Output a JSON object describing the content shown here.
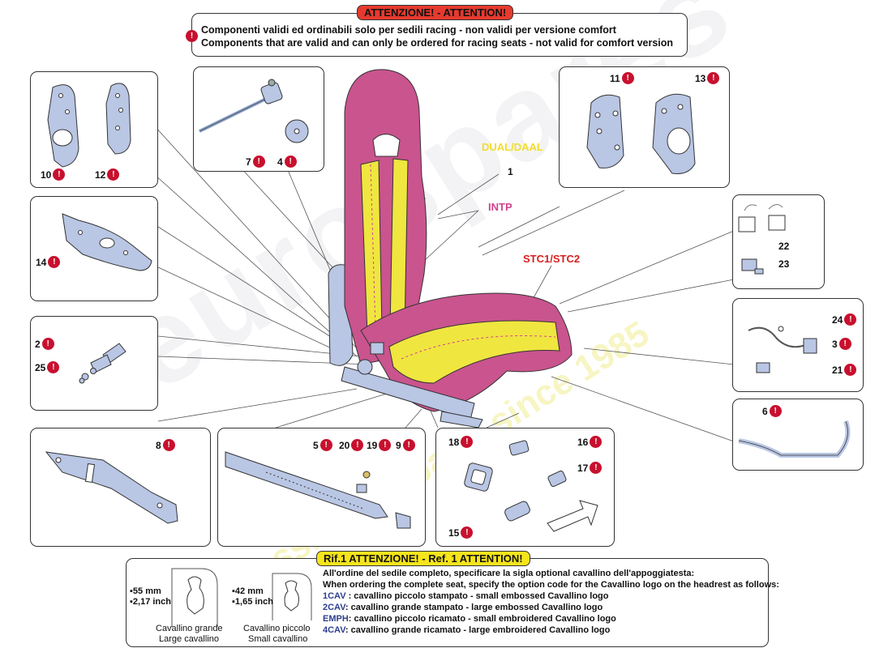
{
  "banner": {
    "tag": "ATTENZIONE! - ATTENTION!",
    "line_it": "Componenti validi ed ordinabili solo per sedili  racing - non validi per versione  comfort",
    "line_en": "Components that are valid and can only be ordered for racing  seats - not valid for comfort  version"
  },
  "seat_labels": {
    "dual": "DUAL/DAAL",
    "intp": "INTP",
    "stc": "STC1/STC2",
    "one": "1"
  },
  "callouts": {
    "p10": "10",
    "p12": "12",
    "p7": "7",
    "p4": "4",
    "p11": "11",
    "p13": "13",
    "p14": "14",
    "p22": "22",
    "p23": "23",
    "p2": "2",
    "p25": "25",
    "p24": "24",
    "p3": "3",
    "p21": "21",
    "p6": "6",
    "p8": "8",
    "p5": "5",
    "p20": "20",
    "p19": "19",
    "p9": "9",
    "p18": "18",
    "p16": "16",
    "p17": "17",
    "p15": "15"
  },
  "ref_note": {
    "tag": "Rif.1 ATTENZIONE! - Ref. 1 ATTENTION!",
    "intro_it": "All'ordine del sedile completo, specificare la sigla optional cavallino dell'appoggiatesta:",
    "intro_en": "When ordering the complete seat, specify the option code for the Cavallino logo on the headrest as follows:",
    "options": [
      {
        "code": "1CAV",
        "text": " : cavallino piccolo stampato - small embossed Cavallino logo"
      },
      {
        "code": "2CAV",
        "text": ": cavallino grande stampato - large embossed Cavallino logo"
      },
      {
        "code": "EMPH",
        "text": ": cavallino piccolo ricamato - small embroidered Cavallino logo"
      },
      {
        "code": "4CAV",
        "text": ": cavallino grande ricamato - large embroidered Cavallino logo"
      }
    ],
    "large": {
      "mm": "55 mm",
      "inch": "2,17 inch",
      "label_it": "Cavallino grande",
      "label_en": "Large cavallino"
    },
    "small": {
      "mm": "42 mm",
      "inch": "1,65 inch",
      "label_it": "Cavallino piccolo",
      "label_en": "Small cavallino"
    }
  },
  "watermark": {
    "brand": "eurospares",
    "tagline": "a passion for parts since 1985"
  }
}
